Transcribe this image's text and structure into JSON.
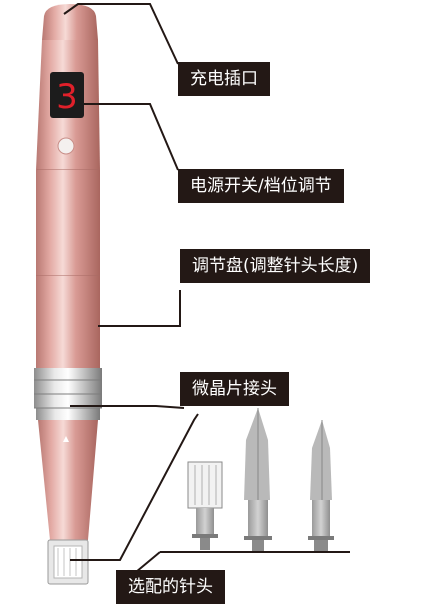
{
  "callouts": {
    "charging_port": "充电插口",
    "power_switch": "电源开关/档位调节",
    "adjust_dial": "调节盘(调整针头长度)",
    "microcrystal_connector": "微晶片接头",
    "optional_needles": "选配的针头"
  },
  "display": {
    "digit": "3"
  },
  "colors": {
    "pen_body": "#d79a95",
    "pen_highlight": "#f3d4cf",
    "pen_shadow": "#b87872",
    "callout_bg": "#231815",
    "callout_text": "#ffffff",
    "display_digit": "#e0202a",
    "metal": "#c9c9c9"
  }
}
